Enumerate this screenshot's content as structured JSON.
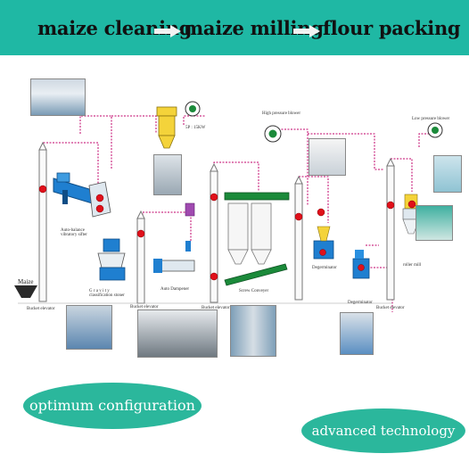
{
  "header": {
    "steps": [
      "maize cleaning",
      "maize milling",
      "flour packing"
    ]
  },
  "labels": {
    "maize": "Maize",
    "bucket_elevator_1": "Bucket elevator",
    "bucket_elevator_2": "Bucket elevator",
    "bucket_elevator_3": "Bucket elevator",
    "bucket_elevator_4": "Bucket elevator",
    "vibratory_sifter": "Auto-balance vibratory sifter",
    "gravity_stoner": "G r a v i t y classification stoner",
    "auto_dampener": "Auto Dampener",
    "screw_conveyor": "Screw Conveyer",
    "degerminator_1": "Degerminator",
    "degerminator_2": "Degerminator",
    "roller_mill": "roller mill",
    "fan_label": "5P : 15KW",
    "high_pressure_blower": "High pressure blower",
    "low_pressure_blower": "Low pressure blower"
  },
  "badges": {
    "left": "optimum configuration",
    "right": "advanced technology"
  },
  "colors": {
    "header_bg": "#1fb8a4",
    "badge_bg": "#2bb79c",
    "pipe": "#c0006a",
    "node": "#e0101a",
    "machine_blue": "#1f7fd0",
    "conveyor_green": "#1b8a3a",
    "bin_yellow": "#f4d33a"
  }
}
